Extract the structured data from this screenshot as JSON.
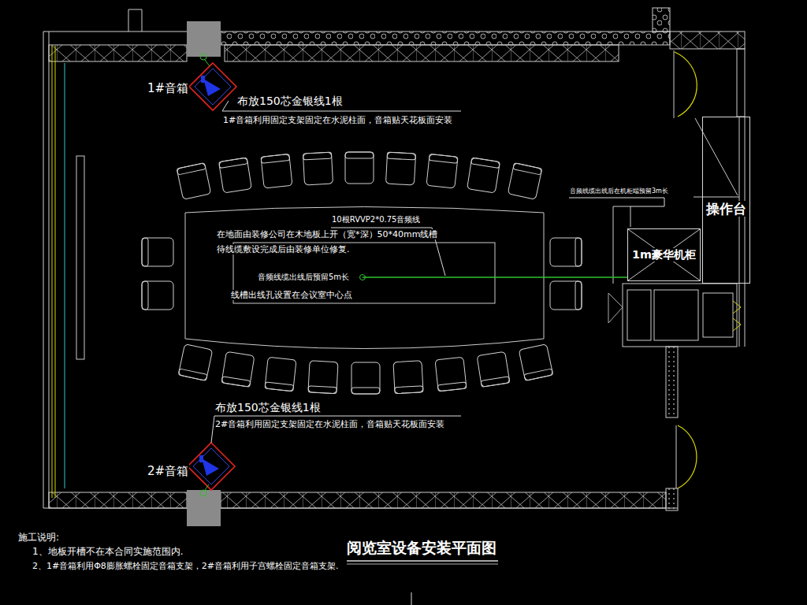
{
  "diagram": {
    "title": "阅览室设备安装平面图",
    "nodes": [
      {
        "text": [
          "操作台"
        ]
      },
      {
        "text": [
          "1m豪华机柜"
        ]
      }
    ],
    "labels": [
      "1#音箱",
      "布放150芯金银线1根",
      "1#音箱利用固定支架固定在水泥柱面，音箱贴天花板面安装",
      "10根RVVP2*0.75音频线",
      "在地面由装修公司在木地板上开（宽*深）50*40mm线槽",
      "待线缆敷设完成后由装修单位修复.",
      "音频线缆出线后预留5m长",
      "线槽出线孔设置在会议室中心点",
      "音频线缆出线后在机柜端预留3m长",
      "布放150芯金银线1根",
      "2#音箱利用固定支架固定在水泥柱面，音箱贴天花板面安装",
      "2#音箱",
      "施工说明:",
      "1、地板开槽不在本合同实施范围内.",
      "2、1#音箱利用Φ8膨胀螺栓固定音箱支架，2#音箱利用子宫螺栓固定音箱支架."
    ]
  }
}
